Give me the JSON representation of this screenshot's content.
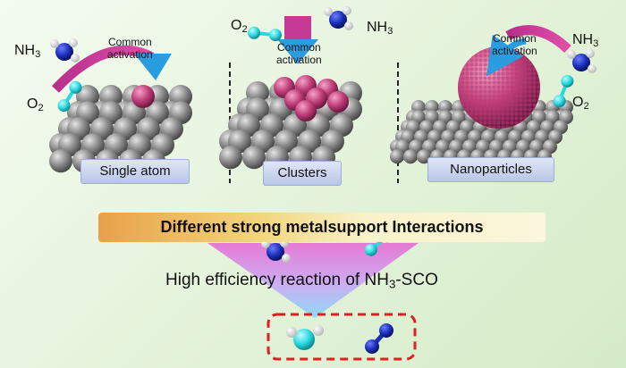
{
  "labels": {
    "nh3": "NH",
    "o2": "O",
    "sub3": "3",
    "sub2": "2",
    "common": "Common",
    "activation": "activation"
  },
  "panels": [
    {
      "label": "Single atom"
    },
    {
      "label": "Clusters"
    },
    {
      "label": "Nanoparticles"
    }
  ],
  "banner": "Different strong metalsupport Interactions",
  "reaction": {
    "prefix": "High efficiency reaction of NH",
    "sub": "3",
    "suffix": "-SCO"
  },
  "colors": {
    "support": "#8c8c8c",
    "metal": "#c2407a",
    "nitrogen": "#1a2fb8",
    "oxygen": "#2ad8e0",
    "arrow_magenta": "#c43a95",
    "arrow_blue": "#2a9de0",
    "dashed_box": "#e02020"
  }
}
